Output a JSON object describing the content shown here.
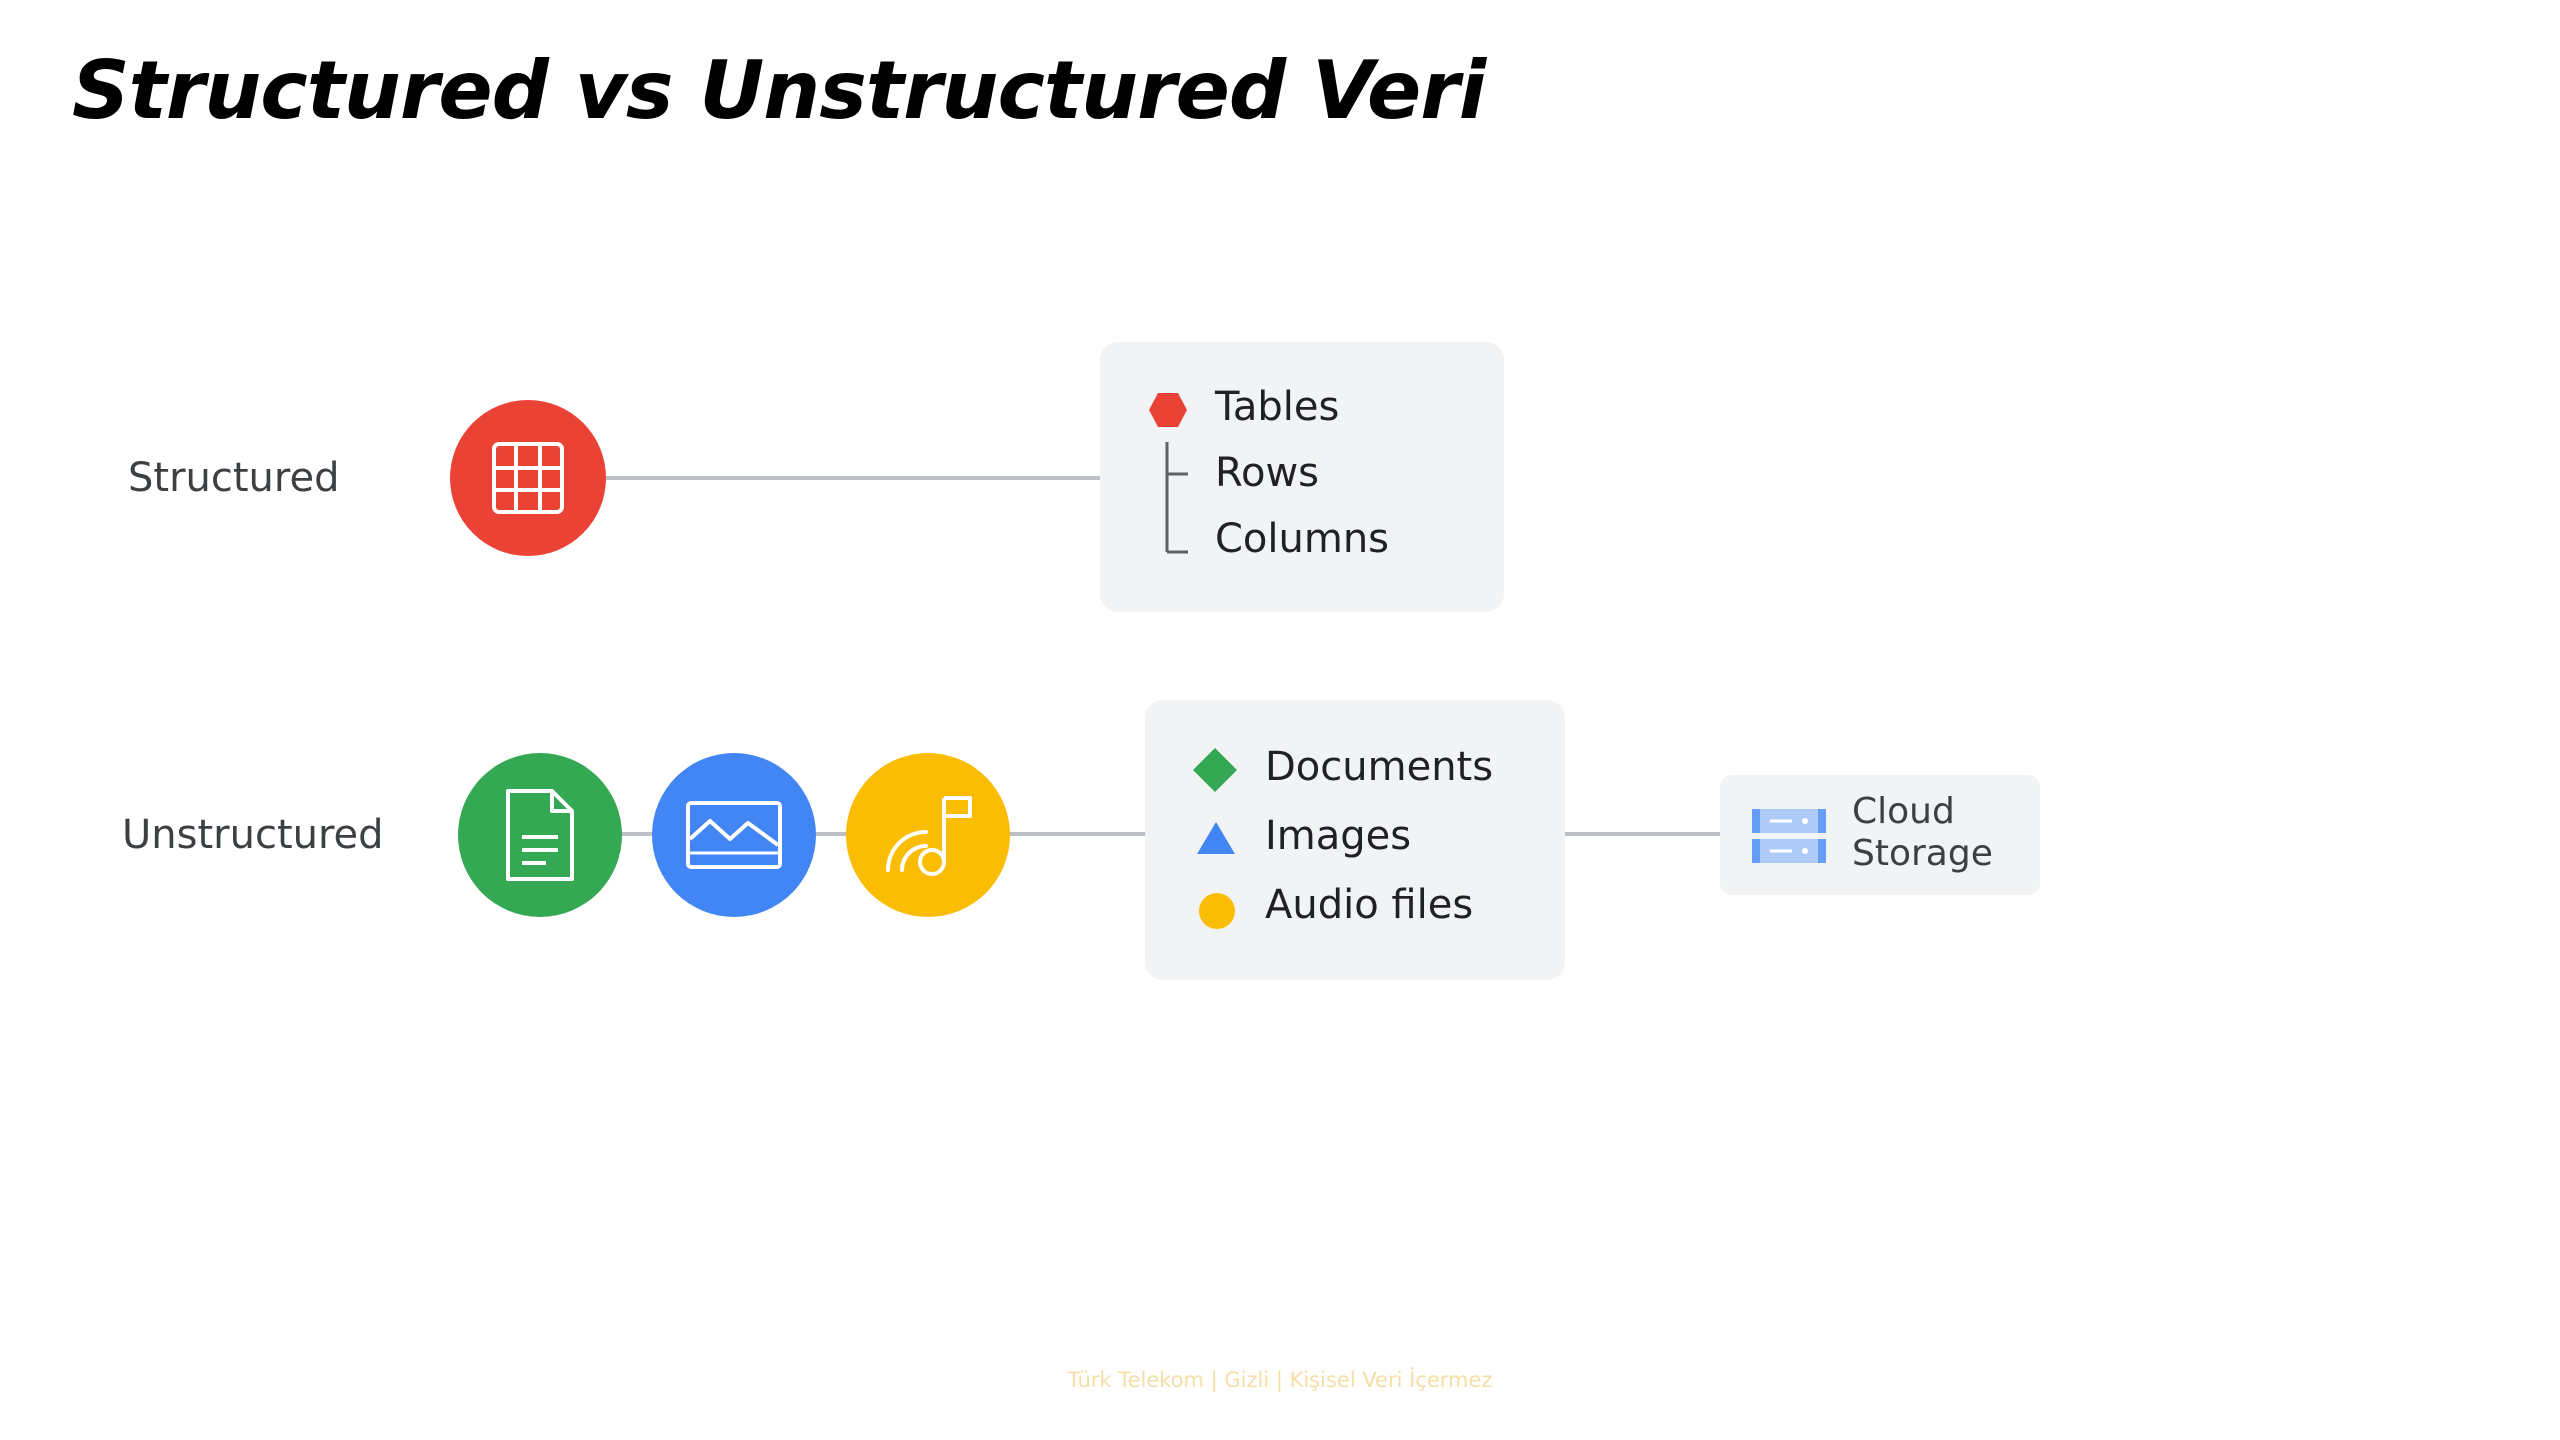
{
  "title": "Structured vs Unstructured Veri",
  "structured": {
    "label": "Structured",
    "icon": "table-icon",
    "color": "#ea4335",
    "items": [
      "Tables",
      "Rows",
      "Columns"
    ]
  },
  "unstructured": {
    "label": "Unstructured",
    "icons": [
      {
        "name": "document-icon",
        "color": "#34a853"
      },
      {
        "name": "image-icon",
        "color": "#4285f4"
      },
      {
        "name": "audio-icon",
        "color": "#fbbc04"
      }
    ],
    "items": [
      "Documents",
      "Images",
      "Audio files"
    ]
  },
  "storage": {
    "line1": "Cloud",
    "line2": "Storage",
    "icon": "cloud-storage-icon"
  },
  "footer": "Türk Telekom | Gizli | Kişisel Veri İçermez"
}
